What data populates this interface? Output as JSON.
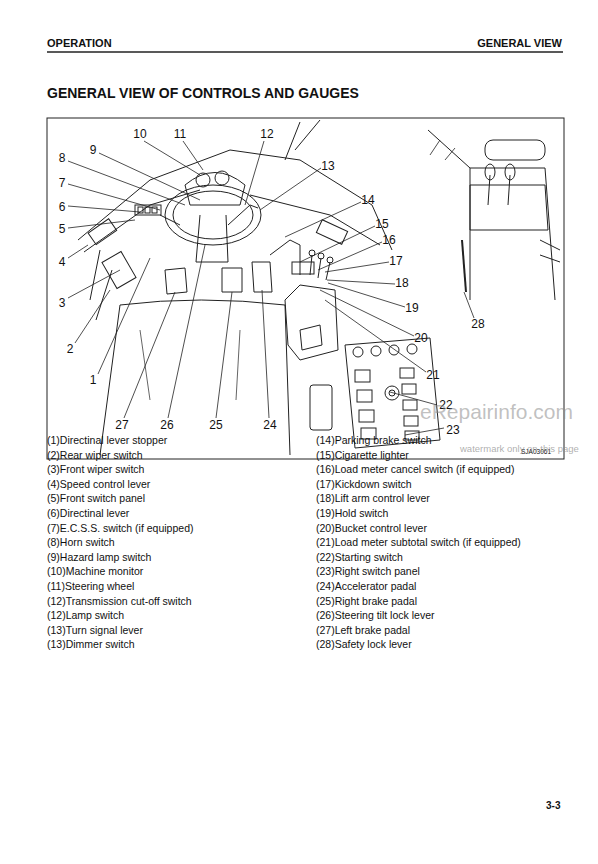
{
  "diagram": {
    "title": "GENERAL VIEW OF CONTROLS AND GAUGES",
    "labels": [
      "OPERATION",
      "GENERAL VIEW",
      "1",
      "2",
      "3",
      "4",
      "5",
      "6",
      "7",
      "8",
      "9",
      "10",
      "11",
      "12",
      "13",
      "14",
      "15",
      "16",
      "17",
      "18",
      "19",
      "20",
      "21",
      "22",
      "23",
      "24",
      "25",
      "26",
      "27",
      "28",
      "SJA03061",
      "eRepairinfo.com",
      "watermark only on this page",
      "(1)Directinal lever stopper",
      "(2)Rear wiper switch",
      "(3)Front wiper switch",
      "(4)Speed control lever",
      "(5)Front switch panel",
      "(6)Directinal lever",
      "(7)E.C.S.S. switch (if equipped)",
      "(8)Horn switch",
      "(9)Hazard lamp switch",
      "(10)Machine monitor",
      "(11)Steering wheel",
      "(12)Transmission cut-off switch",
      "(12)Lamp switch",
      "(13)Turn signal lever",
      "(13)Dimmer switch",
      "(14)Parking brake switch",
      "(15)Cigarette lighter",
      "(16)Load meter cancel switch (if equipped)",
      "(17)Kickdown switch",
      "(18)Lift arm control lever",
      "(19)Hold switch",
      "(20)Bucket control lever",
      "(21)Load meter subtotal switch (if equipped)",
      "(22)Starting switch",
      "(23)Right switch panel",
      "(24)Accelerator padal",
      "(25)Right brake padal",
      "(26)Steering tilt lock lever",
      "(27)Left brake padal",
      "(28)Safety lock lever",
      "3-3"
    ]
  }
}
